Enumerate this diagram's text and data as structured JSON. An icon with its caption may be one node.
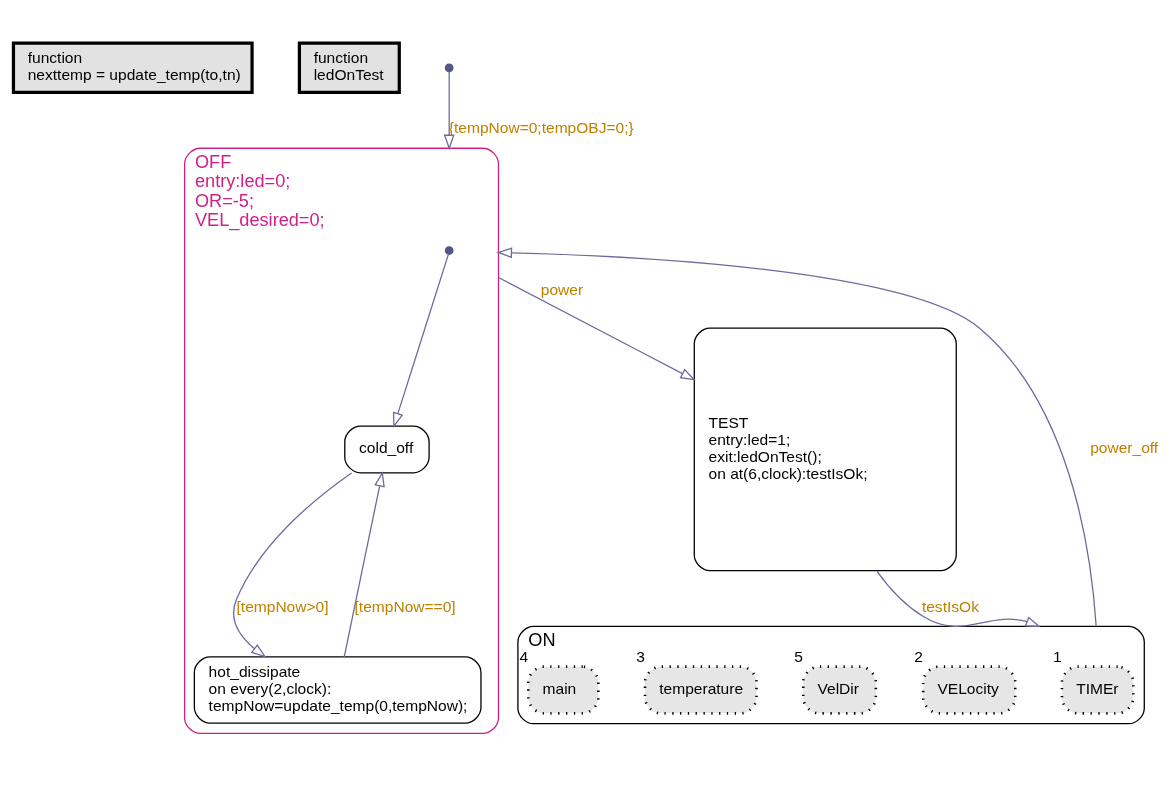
{
  "diagram": {
    "nodes": [
      {
        "text": [
          "function",
          "nexttemp = update_temp(to,tn)"
        ]
      },
      {
        "text": [
          "function",
          "ledOnTest"
        ]
      },
      {
        "text": [],
        "shape": "circle"
      },
      {
        "text": [
          "OFF",
          "entry:led=0;",
          "OR=-5;",
          "VEL_desired=0;"
        ]
      },
      {
        "text": [],
        "shape": "circle",
        "in": 3
      },
      {
        "text": [
          "cold_off"
        ],
        "in": 3
      },
      {
        "text": [
          "hot_dissipate",
          "on every(2,clock):",
          "tempNow=update_temp(0,tempNow);"
        ],
        "in": 3
      },
      {
        "text": [
          "TEST",
          "entry:led=1;",
          "exit:ledOnTest();",
          "on at(6,clock):testIsOk;"
        ]
      },
      {
        "text": [
          "ON"
        ]
      },
      {
        "text": [
          "TIMEr"
        ],
        "beside": [
          "1"
        ],
        "in": 8
      },
      {
        "text": [
          "VELocity"
        ],
        "beside": [
          "2"
        ],
        "in": 8
      },
      {
        "text": [
          "VelDir"
        ],
        "beside": [
          "5"
        ],
        "in": 8
      },
      {
        "text": [
          "temperature"
        ],
        "beside": [
          "3"
        ],
        "in": 8
      },
      {
        "text": [
          "main"
        ],
        "beside": [
          "4"
        ],
        "in": 8
      }
    ],
    "edges": [
      {
        "from": 2,
        "to": 3,
        "arrow": "to",
        "label": "{tempNow=0;tempOBJ=0;}"
      },
      {
        "from": 4,
        "to": 5,
        "arrow": "to"
      },
      {
        "from": 5,
        "to": 6,
        "arrow": "to",
        "label": "[tempNow>0]"
      },
      {
        "from": 6,
        "to": 5,
        "arrow": "to",
        "label": "[tempNow==0]"
      },
      {
        "from": 3,
        "to": 7,
        "arrow": "to",
        "label": "power"
      },
      {
        "from": 7,
        "to": 8,
        "arrow": "to",
        "label": "testIsOk"
      },
      {
        "from": 8,
        "to": 3,
        "arrow": "to",
        "label": "power_off"
      }
    ]
  }
}
